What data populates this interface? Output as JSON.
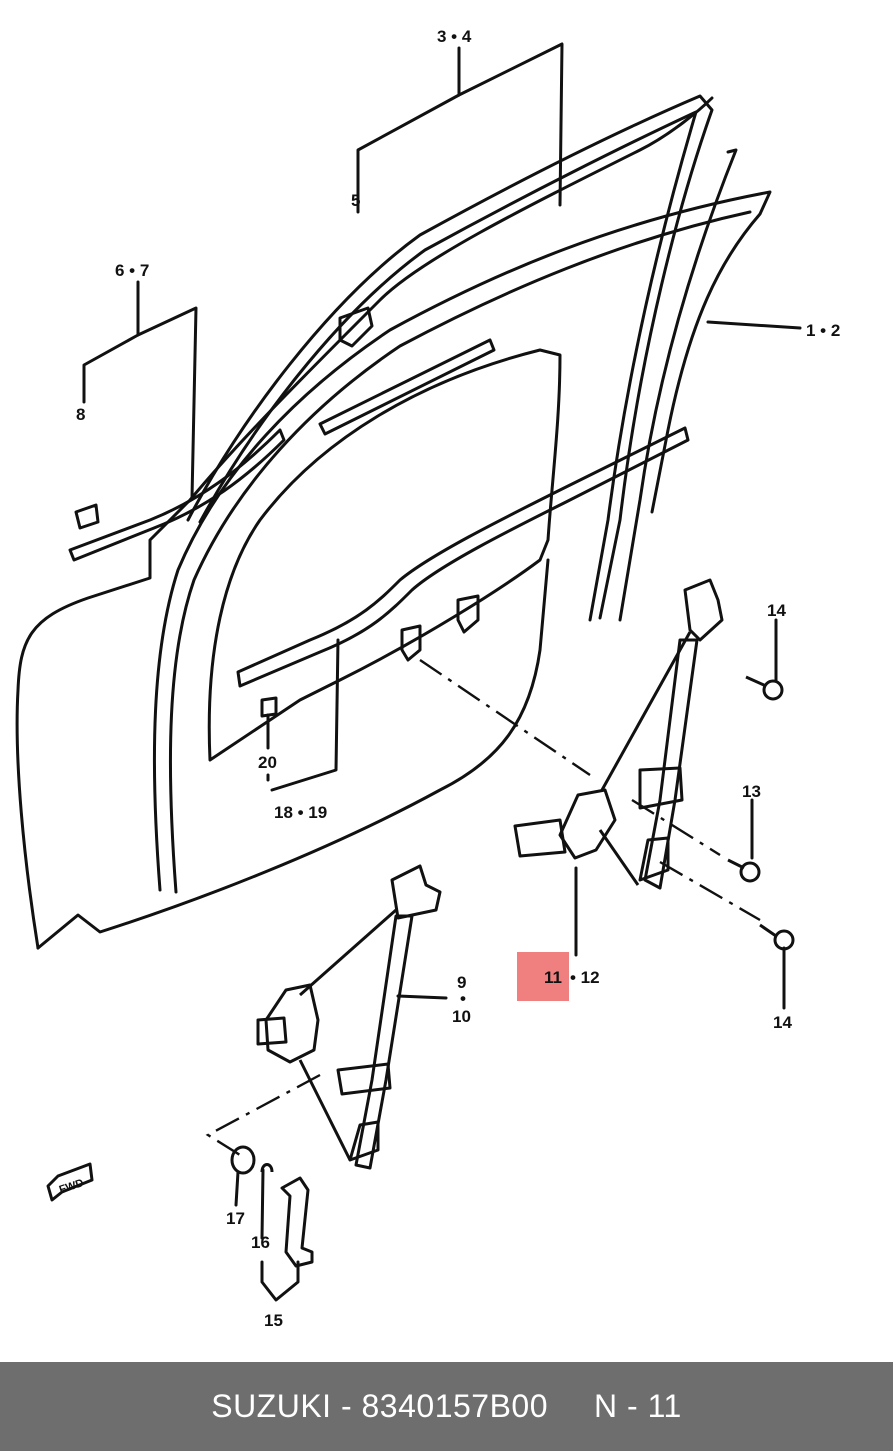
{
  "callouts": {
    "c_3_4": "3 • 4",
    "c_5": "5",
    "c_6_7": "6 • 7",
    "c_8": "8",
    "c_1_2": "1 • 2",
    "c_14a": "14",
    "c_13": "13",
    "c_14b": "14",
    "c_20": "20",
    "c_18_19": "18 • 19",
    "c_11": "11",
    "c_12": "• 12",
    "c_9": "9",
    "c_9_dot": "•",
    "c_10": "10",
    "c_17": "17",
    "c_16": "16",
    "c_15": "15",
    "fwd": "FWD"
  },
  "footer": {
    "part_text": "SUZUKI - 8340157B00",
    "ref_text": "N - 11"
  },
  "colors": {
    "highlight": "#f07f80",
    "footer_bg": "#6e6e6e",
    "line": "#111111"
  }
}
